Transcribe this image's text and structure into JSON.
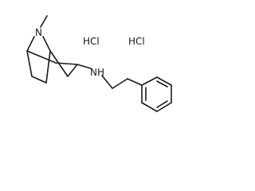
{
  "atoms": {
    "bridge_nitrogen": "N",
    "amine": "NH"
  },
  "salts": [
    "HCl",
    "HCl"
  ],
  "colors": {
    "ink": "#1a1a1a",
    "background": "#ffffff"
  }
}
